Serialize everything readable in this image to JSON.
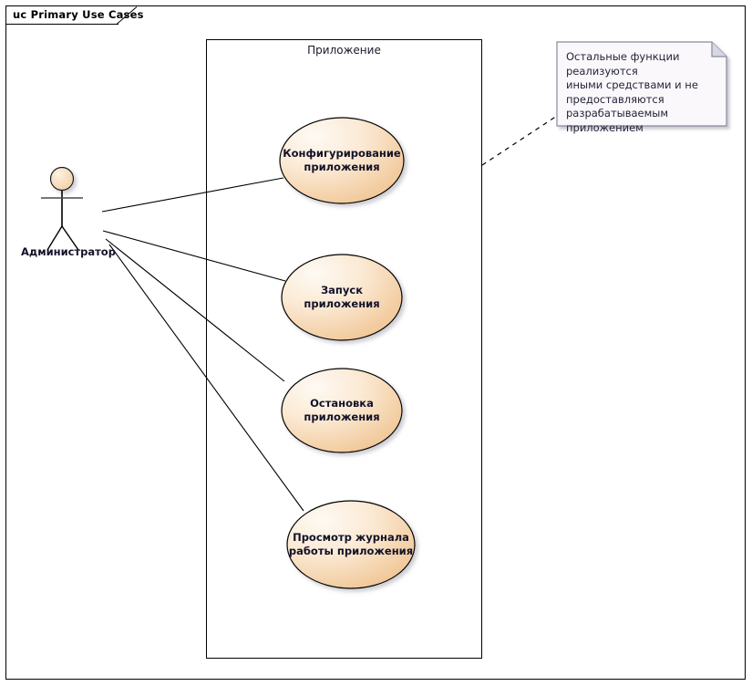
{
  "diagram": {
    "tab_label": "uc Primary Use Cases",
    "boundary_label": "Приложение",
    "actor": {
      "name": "Администратор",
      "icon": "actor-stick-figure"
    },
    "use_cases": [
      {
        "id": "configure",
        "lines": [
          "Конфигурирование",
          "приложения"
        ]
      },
      {
        "id": "start",
        "lines": [
          "Запуск приложения"
        ]
      },
      {
        "id": "stop",
        "lines": [
          "Остановка",
          "приложения"
        ]
      },
      {
        "id": "view-log",
        "lines": [
          "Просмотр журнала",
          "работы приложения"
        ]
      }
    ],
    "note": {
      "lines": [
        "Остальные функции реализуются",
        "иными средствами и не",
        "предоставляются",
        "разрабатываемым приложением"
      ]
    },
    "colors": {
      "usecase_fill_light": "#fdf6ec",
      "usecase_fill_dark": "#f2cb9c",
      "usecase_stroke": "#000000",
      "note_fill": "#fbf8fb",
      "note_stroke": "#8a8a9e",
      "actor_fill": "#f7dfc0",
      "line": "#000000",
      "frame": "#000000"
    }
  }
}
